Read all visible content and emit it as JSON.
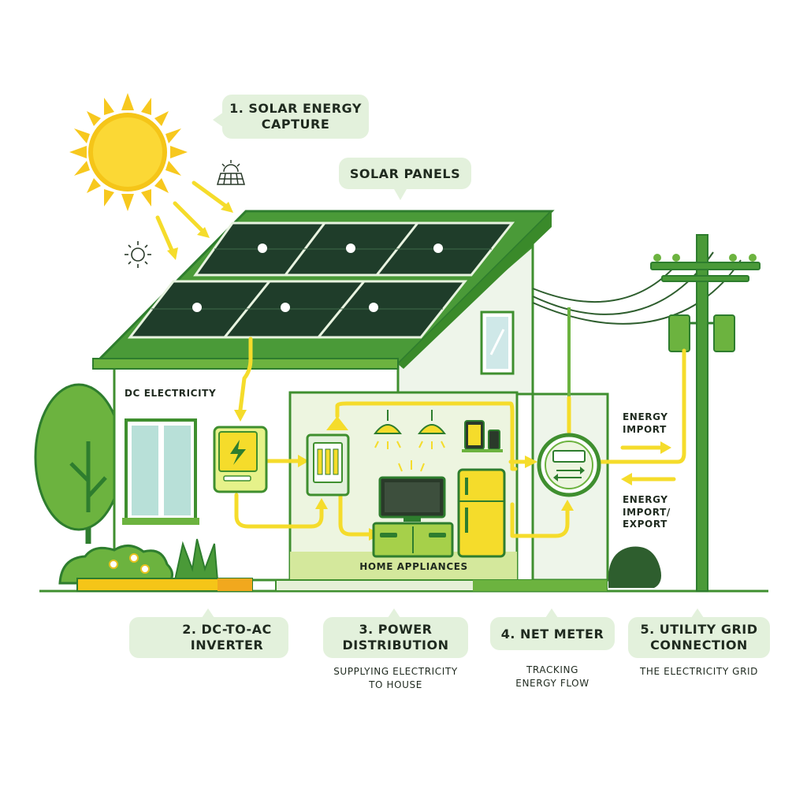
{
  "callouts": {
    "solar_capture": "1. SOLAR ENERGY\nCAPTURE",
    "solar_panels": "SOLAR PANELS",
    "inverter": "2. DC-TO-AC\nINVERTER",
    "power_distribution": "3. POWER\nDISTRIBUTION",
    "net_meter": "4. NET METER",
    "grid_connection": "5. UTILITY GRID\nCONNECTION"
  },
  "labels": {
    "dc_electricity": "DC ELECTRICITY",
    "home_appliances": "HOME APPLIANCES",
    "energy_import": "ENERGY\nIMPORT",
    "energy_import_export": "ENERGY\nIMPORT/\nEXPORT"
  },
  "captions": {
    "distribution": "SUPPLYING ELECTRICITY\nTO HOUSE",
    "net_meter": "TRACKING\nENERGY FLOW",
    "grid": "THE ELECTRICITY GRID"
  },
  "colors": {
    "green_dark": "#3f8f2f",
    "green_mid": "#6cb33f",
    "green_light": "#e3f1dc",
    "yellow": "#f5dc2b",
    "sun": "#f7c81e"
  }
}
